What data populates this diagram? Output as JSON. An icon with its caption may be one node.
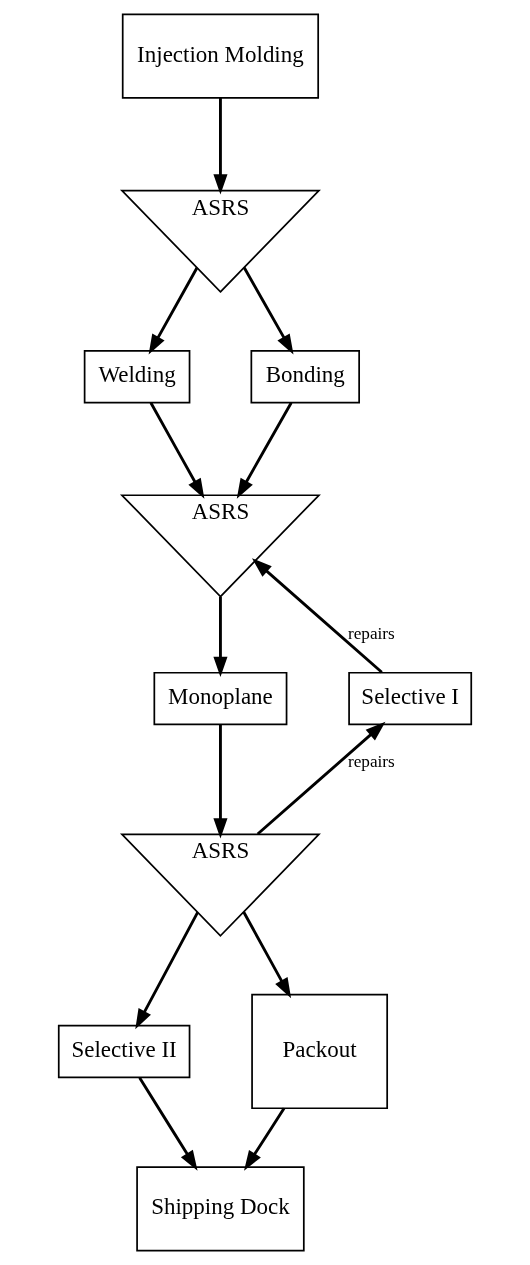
{
  "diagram": {
    "nodes": [
      {
        "text": [
          "Injection Molding"
        ]
      },
      {
        "text": [
          "ASRS"
        ]
      },
      {
        "text": [
          "Welding"
        ]
      },
      {
        "text": [
          "Bonding"
        ]
      },
      {
        "text": [
          "ASRS"
        ]
      },
      {
        "text": [
          "Monoplane"
        ]
      },
      {
        "text": [
          "Selective I"
        ]
      },
      {
        "text": [
          "ASRS"
        ]
      },
      {
        "text": [
          "Selective II"
        ]
      },
      {
        "text": [
          "Packout"
        ]
      },
      {
        "text": [
          "Shipping Dock"
        ]
      }
    ],
    "edges": [
      {
        "from": 0,
        "to": 1,
        "arrow": "to"
      },
      {
        "from": 1,
        "to": 2,
        "arrow": "to"
      },
      {
        "from": 1,
        "to": 3,
        "arrow": "to"
      },
      {
        "from": 2,
        "to": 4,
        "arrow": "to"
      },
      {
        "from": 3,
        "to": 4,
        "arrow": "to"
      },
      {
        "from": 4,
        "to": 5,
        "arrow": "to"
      },
      {
        "from": 6,
        "to": 4,
        "arrow": "to",
        "label": "repairs"
      },
      {
        "from": 5,
        "to": 7,
        "arrow": "to"
      },
      {
        "from": 7,
        "to": 6,
        "arrow": "to",
        "label": "repairs"
      },
      {
        "from": 7,
        "to": 8,
        "arrow": "to"
      },
      {
        "from": 7,
        "to": 9,
        "arrow": "to"
      },
      {
        "from": 8,
        "to": 10,
        "arrow": "to"
      },
      {
        "from": 9,
        "to": 10,
        "arrow": "to"
      }
    ]
  }
}
